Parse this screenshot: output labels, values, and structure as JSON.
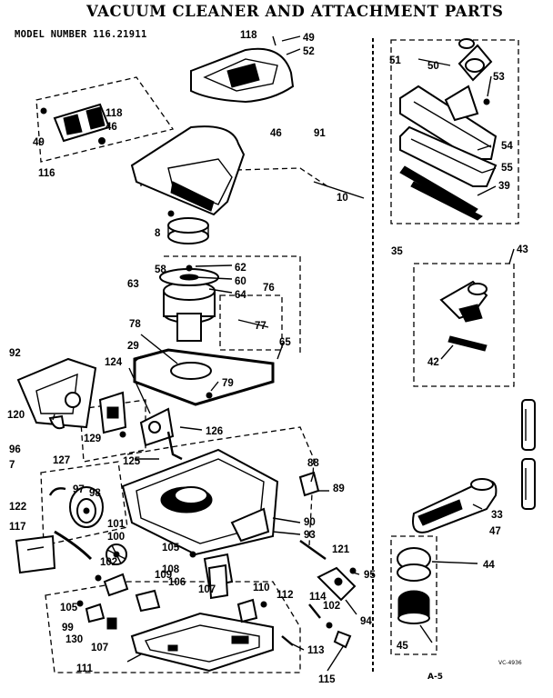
{
  "header": {
    "title": "VACUUM CLEANER AND ATTACHMENT PARTS",
    "model_number": "MODEL NUMBER 116.21911"
  },
  "footer": {
    "drawing_code": "VC-4936",
    "page": "A-5"
  },
  "part_labels": [
    "118",
    "49",
    "52",
    "51",
    "50",
    "53",
    "46",
    "91",
    "118",
    "46",
    "49",
    "116",
    "10",
    "54",
    "55",
    "39",
    "35",
    "8",
    "58",
    "62",
    "63",
    "60",
    "64",
    "76",
    "43",
    "78",
    "77",
    "29",
    "65",
    "92",
    "124",
    "79",
    "120",
    "42",
    "129",
    "126",
    "127",
    "125",
    "96",
    "7",
    "88",
    "97",
    "89",
    "98",
    "122",
    "117",
    "101",
    "100",
    "90",
    "93",
    "105",
    "121",
    "95",
    "108",
    "102",
    "109",
    "106",
    "110",
    "112",
    "107",
    "102",
    "114",
    "105",
    "99",
    "130",
    "107",
    "94",
    "113",
    "111",
    "115",
    "33",
    "47",
    "44",
    "45"
  ]
}
